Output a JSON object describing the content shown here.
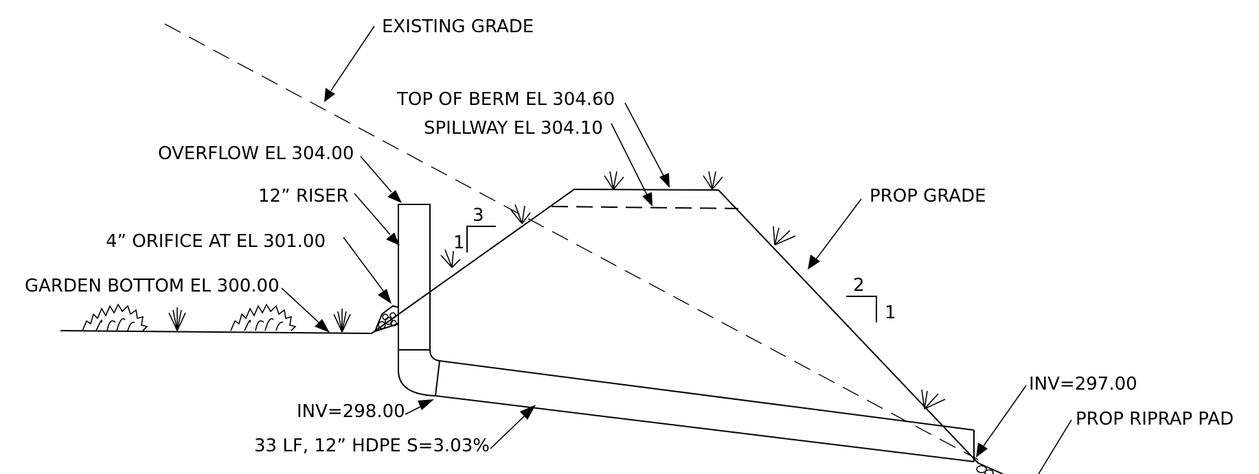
{
  "labels": {
    "existing_grade": "EXISTING GRADE",
    "top_of_berm": "TOP OF BERM EL 304.60",
    "spillway": "SPILLWAY EL 304.10",
    "overflow": "OVERFLOW EL 304.00",
    "riser": "12” RISER",
    "orifice": "4” ORIFICE AT EL 301.00",
    "garden_bottom": "GARDEN BOTTOM EL 300.00",
    "prop_grade": "PROP GRADE",
    "inv_inlet": "INV=298.00",
    "pipe": "33 LF, 12” HDPE S=3.03%",
    "inv_outlet": "INV=297.00",
    "riprap": "PROP RIPRAP PAD"
  },
  "slopes": {
    "left": {
      "run": "3",
      "rise": "1"
    },
    "right": {
      "run": "2",
      "rise": "1"
    }
  },
  "symbols": {
    "vegetation": "shrub-and-grass-symbols",
    "grass_tuft": "grass-tuft-symbol",
    "stone": "gravel-symbol"
  }
}
